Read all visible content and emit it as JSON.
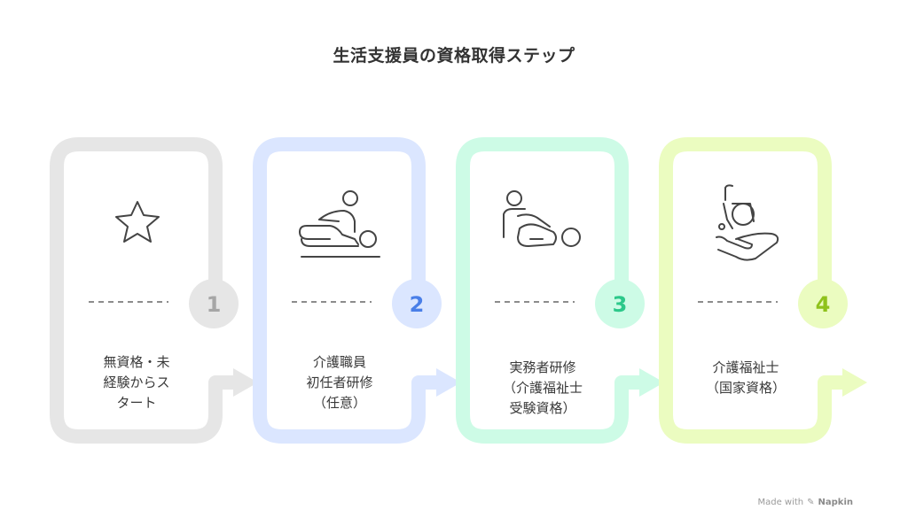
{
  "title": "生活支援員の資格取得ステップ",
  "steps": [
    {
      "number": "1",
      "icon": "star-icon",
      "lines": [
        "無資格・未",
        "経験からス",
        "タート"
      ],
      "color": "#e6e6e6",
      "badge_text_color": "#a6a6a6"
    },
    {
      "number": "2",
      "icon": "massage-therapy-icon",
      "lines": [
        "介護職員",
        "初任者研修",
        "（任意）"
      ],
      "color": "#dbe6ff",
      "badge_text_color": "#4a7fe8"
    },
    {
      "number": "3",
      "icon": "caregiver-patient-icon",
      "lines": [
        "実務者研修",
        "（介護福祉士",
        "受験資格）"
      ],
      "color": "#cdfbe6",
      "badge_text_color": "#2cc88a"
    },
    {
      "number": "4",
      "icon": "wheelchair-hand-icon",
      "lines": [
        "介護福祉士",
        "（国家資格）"
      ],
      "color": "#ebfcc0",
      "badge_text_color": "#8fc21c"
    }
  ],
  "footer": {
    "made_with": "Made with",
    "brand": "Napkin"
  }
}
